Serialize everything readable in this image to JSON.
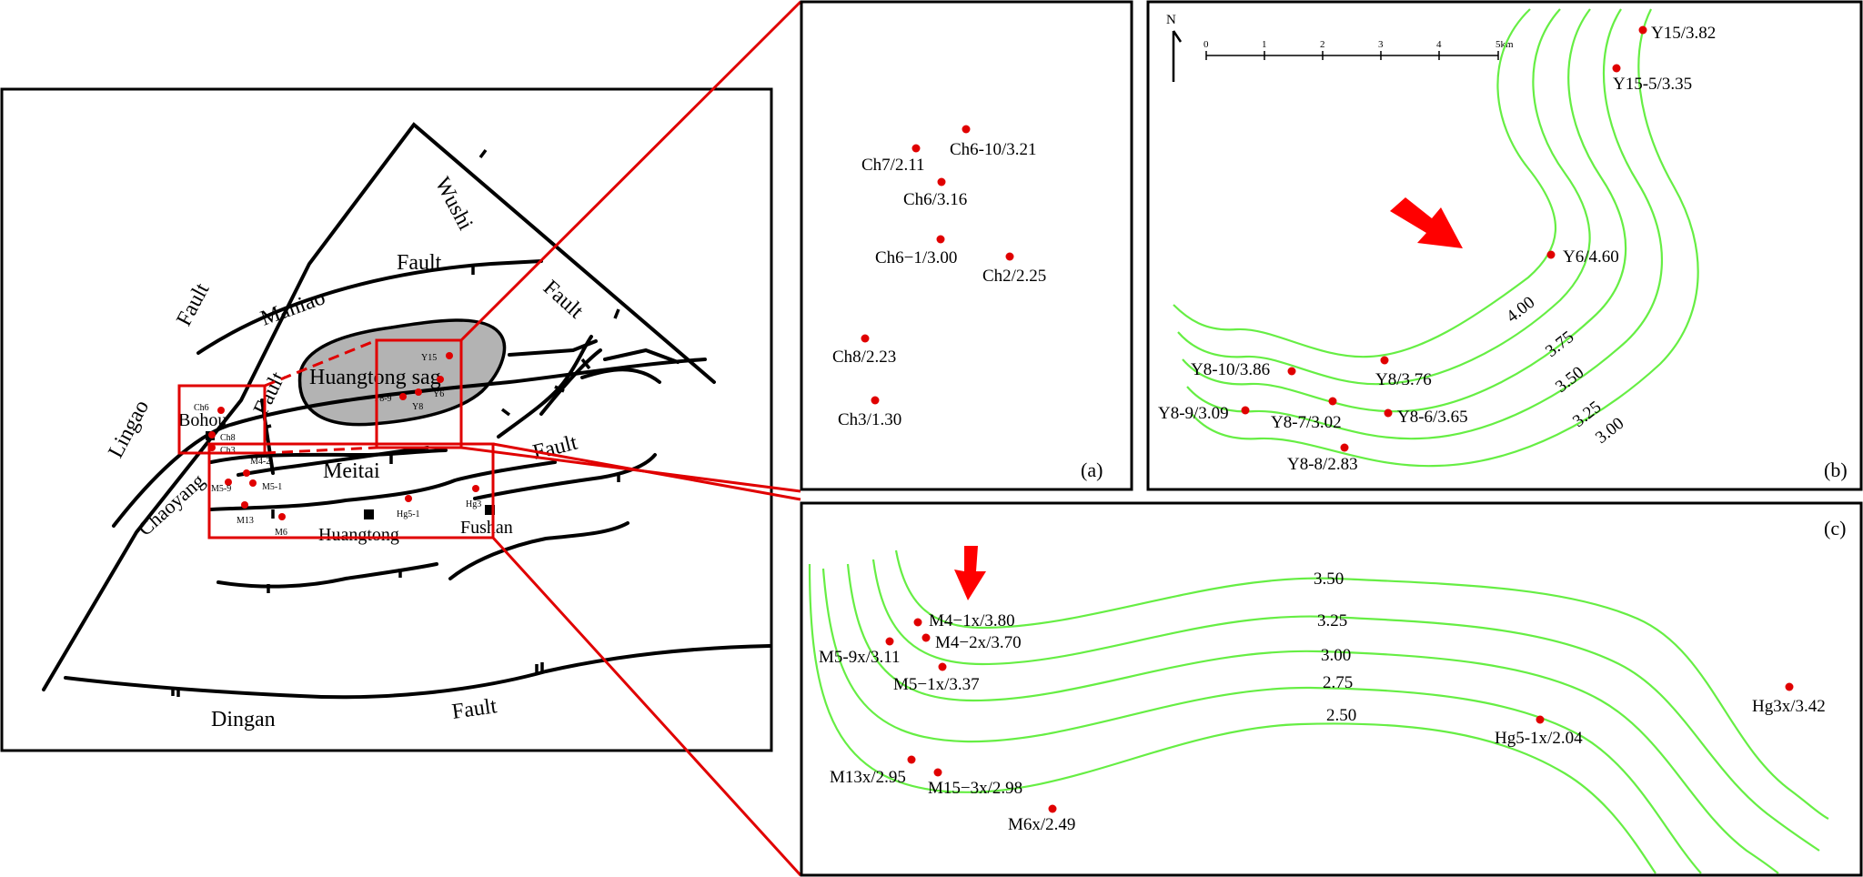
{
  "colors": {
    "wells": "#e00000",
    "contours": "#66ee44",
    "highlight": "#e00000",
    "sag": "#b3b3b3",
    "frame": "#000000"
  },
  "overview": {
    "fault_labels": [
      "Wushi",
      "Fault",
      "Maniao",
      "Fault",
      "Lingao",
      "Fault",
      "Fault",
      "Chaoyang",
      "Fault",
      "Dingan",
      "Fault"
    ],
    "area_labels": {
      "sag": "Huangtong sag",
      "bohou": "Bohou",
      "meitai": "Meitai",
      "huangtong": "Huangtong",
      "fushan": "Fushan"
    },
    "wells": [
      "Ch6",
      "Ch8",
      "Ch3",
      "Y15",
      "Y6",
      "Y8-9",
      "Y8",
      "M4-2",
      "M5-9",
      "M5-1",
      "M13",
      "M6",
      "Hg5-1",
      "Hg3"
    ]
  },
  "panel_a": {
    "tag": "(a)",
    "wells": [
      "Ch6-10/3.21",
      "Ch7/2.11",
      "Ch6/3.16",
      "Ch6−1/3.00",
      "Ch2/2.25",
      "Ch8/2.23",
      "Ch3/1.30"
    ]
  },
  "panel_b": {
    "tag": "(b)",
    "north": "N",
    "scale": {
      "ticks": [
        "0",
        "1",
        "2",
        "3",
        "4",
        "5km"
      ]
    },
    "contour_labels": [
      "4.00",
      "3.75",
      "3.50",
      "3.25",
      "3.00"
    ],
    "wells": [
      "Y15/3.82",
      "Y15-5/3.35",
      "Y6/4.60",
      "Y8/3.76",
      "Y8-10/3.86",
      "Y8-9/3.09",
      "Y8-7/3.02",
      "Y8-6/3.65",
      "Y8-8/2.83"
    ]
  },
  "panel_c": {
    "tag": "(c)",
    "contour_labels": [
      "3.50",
      "3.25",
      "3.00",
      "2.75",
      "2.50"
    ],
    "wells": [
      "M4−1x/3.80",
      "M4−2x/3.70",
      "M5-9x/3.11",
      "M5−1x/3.37",
      "Hg3x/3.42",
      "Hg5-1x/2.04",
      "M13x/2.95",
      "M15−3x/2.98",
      "M6x/2.49"
    ]
  }
}
